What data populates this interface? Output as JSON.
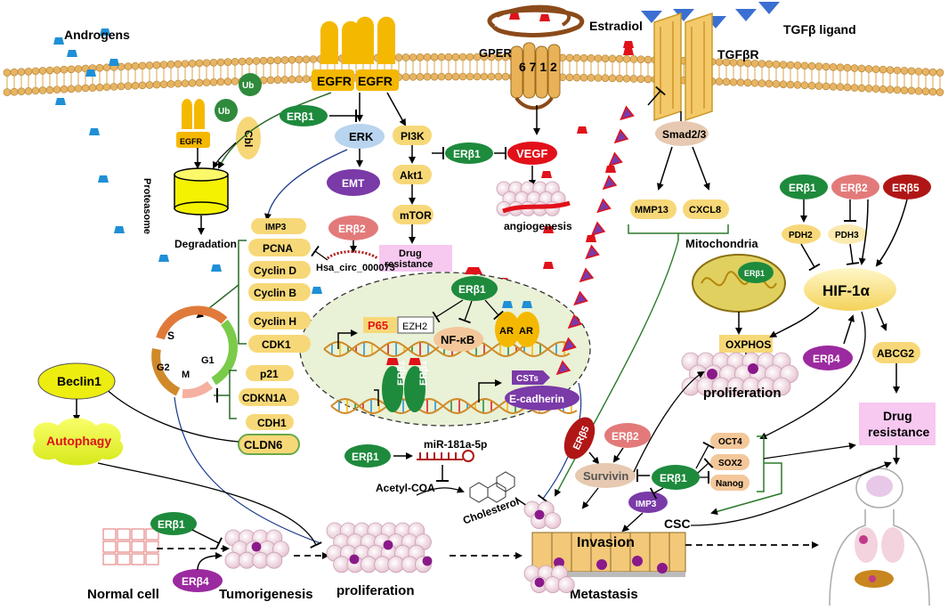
{
  "labels": {
    "androgens": "Androgens",
    "estradiol": "Estradiol",
    "tgfb_ligand": "TGFβ ligand",
    "tgfbr": "TGFβR",
    "gper": "GPER",
    "gper_segments": "6 7 1 2",
    "egfr": "EGFR",
    "ub": "Ub",
    "cbl": "Cbl",
    "proteasome": "Proteasome",
    "degradation": "Degradation",
    "erk": "ERK",
    "pi3k": "PI3K",
    "akt1": "Akt1",
    "mtor": "mTOR",
    "emt": "EMT",
    "vegf": "VEGF",
    "angiogenesis": "angiogenesis",
    "drug_resistance": "Drug resistance",
    "smad": "Smad2/3",
    "mmp13": "MMP13",
    "cxcl8": "CXCL8",
    "mitochondria": "Mitochondria",
    "oxphos": "OXPHOS",
    "hif": "HIF-1α",
    "pdh2": "PDH2",
    "pdh3": "PDH3",
    "abcg2": "ABCG2",
    "proliferation": "proliferation",
    "imp3": "IMP3",
    "pcna": "PCNA",
    "cyclin_d": "Cyclin D",
    "cyclin_b": "Cyclin B",
    "cyclin_h": "Cyclin H",
    "cdk1": "CDK1",
    "hsa_circ": "Hsa_circ_000073",
    "p21": "p21",
    "cdkn1a": "CDKN1A",
    "cdh1": "CDH1",
    "cldn6": "CLDN6",
    "beclin1": "Beclin1",
    "autophagy": "Autophagy",
    "phase_s": "S",
    "phase_g2": "G2",
    "phase_m": "M",
    "phase_g1": "G1",
    "p65": "P65",
    "ezh2": "EZH2",
    "nfkb": "NF-κB",
    "ar": "AR",
    "csts": "CSTs",
    "ecadherin": "E-cadherin",
    "mir": "miR-181a-5p",
    "acetyl_coa": "Acetyl-COA",
    "cholesterol": "Cholesterol",
    "survivin": "Survivin",
    "oct4": "OCT4",
    "sox2": "SOX2",
    "nanog": "Nanog",
    "csc": "CSC",
    "invasion": "Invasion",
    "metastasis": "Metastasis",
    "normal_cell": "Normal cell",
    "tumorigenesis": "Tumorigenesis",
    "erb1": "ERβ1",
    "erb2": "ERβ2",
    "erb4": "ERβ4",
    "erb5": "ERβ5"
  },
  "colors": {
    "erb1": "#1e8a3c",
    "erb2": "#e37a7a",
    "erb4": "#9b2aa0",
    "erb5": "#b01616",
    "egfr": "#f5b800",
    "yellow_box": "#f7d878",
    "membrane_head": "#d9a54a",
    "androgen": "#1f8fd6",
    "estradiol": "#e0121a",
    "tgfb": "#3b6fd1",
    "nucleus": "#e9f1d6",
    "vegf": "#e2101a",
    "pink_box": "#f7c8f0"
  }
}
